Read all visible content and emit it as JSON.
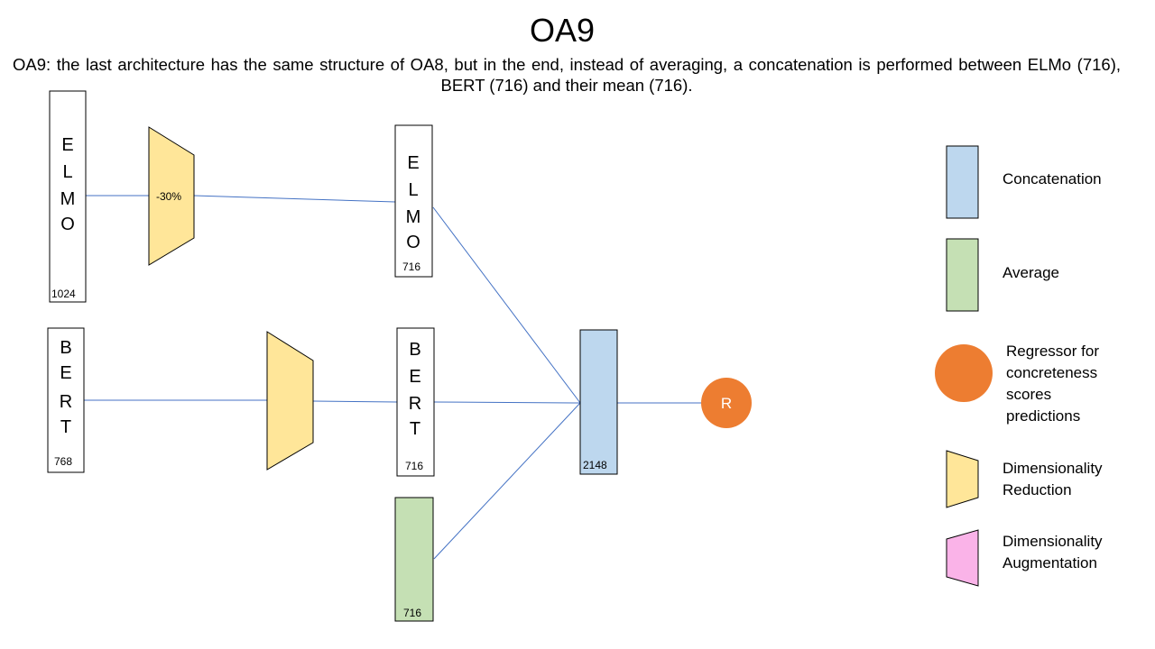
{
  "slide": {
    "title": "OA9",
    "description": "OA9: the last architecture has the same structure of OA8, but in the end, instead of averaging, a concatenation is performed between ELMo (716), BERT (716) and their mean (716)."
  },
  "blocks": {
    "elmo_input": {
      "letters": [
        "E",
        "L",
        "M",
        "O"
      ],
      "dim": "1024"
    },
    "bert_input": {
      "letters": [
        "B",
        "E",
        "R",
        "T"
      ],
      "dim": "768"
    },
    "elmo_reduced": {
      "letters": [
        "E",
        "L",
        "M",
        "O"
      ],
      "dim": "716"
    },
    "bert_reduced": {
      "letters": [
        "B",
        "E",
        "R",
        "T"
      ],
      "dim": "716"
    },
    "mean": {
      "dim": "716"
    },
    "concat": {
      "dim": "2148"
    }
  },
  "reducers": {
    "elmo_reduction_label": "-30%"
  },
  "regressor": {
    "label": "R"
  },
  "legend": {
    "concatenation": "Concatenation",
    "average": "Average",
    "regressor": "Regressor for concreteness scores predictions",
    "dim_reduction": "Dimensionality Reduction",
    "dim_augmentation": "Dimensionality Augmentation"
  },
  "colors": {
    "concatenation": "#BDD7EE",
    "average": "#C5E0B4",
    "regressor": "#ED7D31",
    "reduction": "#FFE699",
    "augmentation": "#FAB3E8",
    "connector": "#4472C4"
  }
}
